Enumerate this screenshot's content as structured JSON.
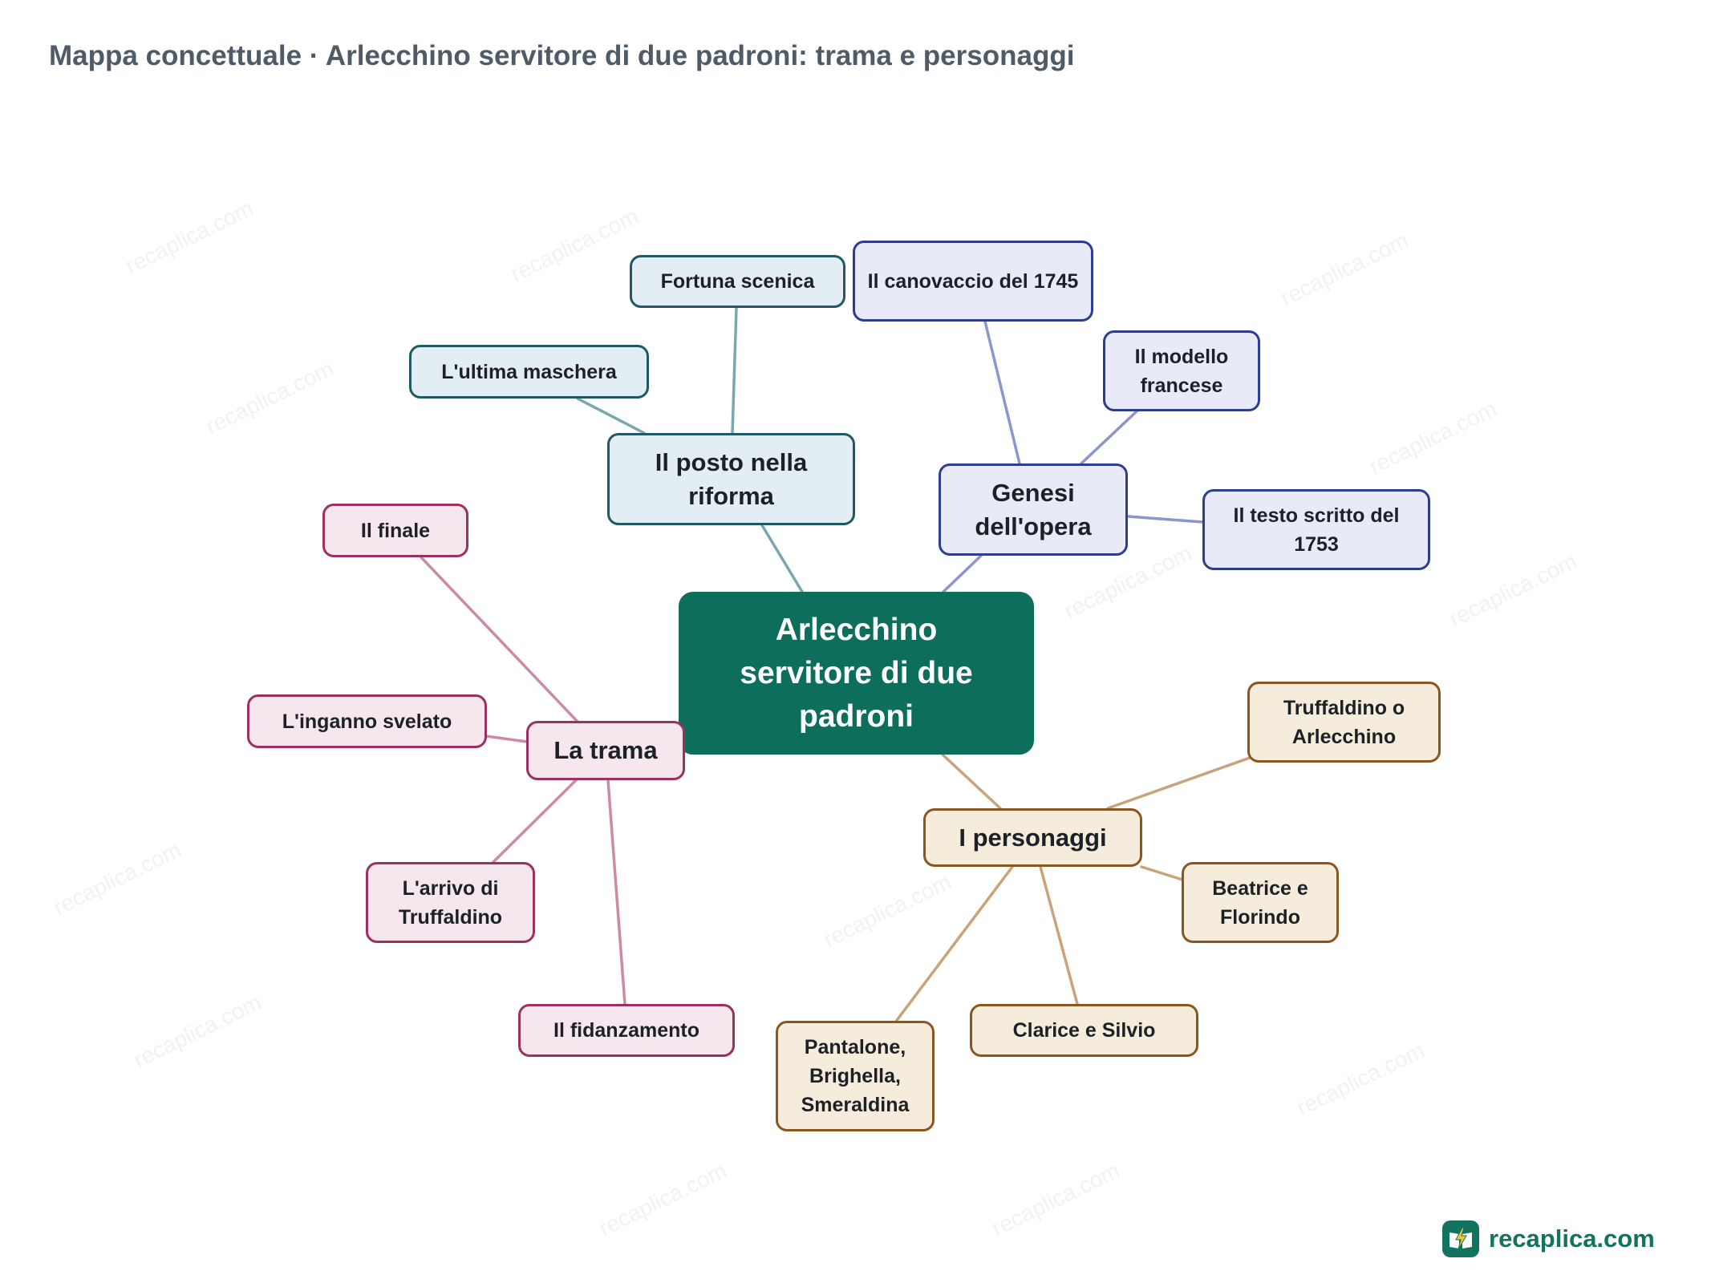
{
  "title": "Mappa concettuale · Arlecchino servitore di due padroni: trama e personaggi",
  "watermark": "recaplica.com",
  "brand": {
    "name": "recaplica.com",
    "color": "#12735f"
  },
  "colors": {
    "central": "#0e6e5c",
    "teal": "#1f5965",
    "blue": "#2e3d8e",
    "pink": "#9a3160",
    "brown": "#8a5620"
  },
  "central": {
    "label": "Arlecchino servitore di due padroni"
  },
  "branches": [
    {
      "id": "riforma",
      "label": "Il posto nella riforma",
      "color": "teal",
      "children": [
        "Fortuna scenica",
        "L'ultima maschera"
      ]
    },
    {
      "id": "genesi",
      "label": "Genesi dell'opera",
      "color": "blue",
      "children": [
        "Il canovaccio del 1745",
        "Il modello francese",
        "Il testo scritto del 1753"
      ]
    },
    {
      "id": "trama",
      "label": "La trama",
      "color": "pink",
      "children": [
        "Il finale",
        "L'inganno svelato",
        "L'arrivo di Truffaldino",
        "Il fidanzamento"
      ]
    },
    {
      "id": "personaggi",
      "label": "I personaggi",
      "color": "brown",
      "children": [
        "Truffaldino o Arlecchino",
        "Beatrice e Florindo",
        "Clarice e Silvio",
        "Pantalone, Brighella, Smeraldina"
      ]
    }
  ]
}
